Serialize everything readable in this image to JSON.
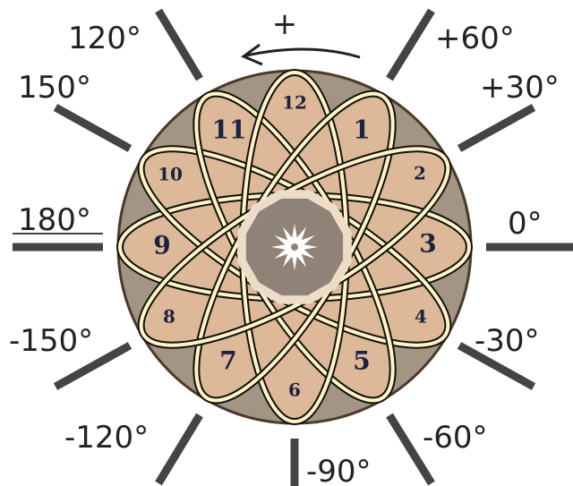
{
  "diagram": {
    "direction_sign": "+",
    "angle_labels": [
      {
        "text": "0°"
      },
      {
        "text": "+30°"
      },
      {
        "text": "+60°"
      },
      {
        "text": "120°"
      },
      {
        "text": "150°"
      },
      {
        "text": "180°"
      },
      {
        "text": "-150°"
      },
      {
        "text": "-120°"
      },
      {
        "text": "-90°"
      },
      {
        "text": "-60°"
      },
      {
        "text": "-30°"
      }
    ],
    "dial_numbers": [
      "1",
      "2",
      "3",
      "4",
      "5",
      "6",
      "7",
      "8",
      "9",
      "10",
      "11",
      "12"
    ],
    "colors": {
      "disc": "#a39584",
      "disc_border": "#4a3a2c",
      "petal_fill": "#ddb899",
      "band": "#fff5c4",
      "band_edge": "#111111",
      "tick": "#444444",
      "center_ring": "#ecdcc8",
      "center_fill": "#8f8377",
      "star": "#ffffff",
      "number": "#1b2340"
    }
  }
}
